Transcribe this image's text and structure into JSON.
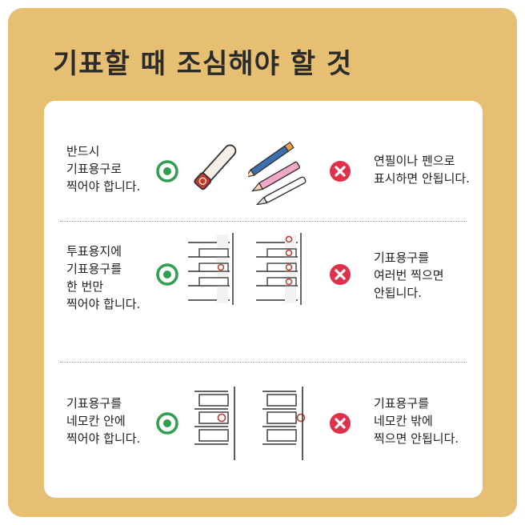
{
  "title": "기표할 때 조심해야 할 것",
  "colors": {
    "frame": "#E6BF72",
    "panel": "#FFFFFF",
    "ok": "#2E9E4F",
    "bad": "#E0304A",
    "text": "#222222"
  },
  "rows": [
    {
      "left_lines": [
        "반드시",
        "기표용구로",
        "찍어야 합니다."
      ],
      "right_lines": [
        "연필이나 펜으로",
        "표시하면 안됩니다."
      ],
      "ok_icon": "check-circle-icon",
      "bad_icon": "x-circle-icon"
    },
    {
      "left_lines": [
        "투표용지에",
        "기표용구를",
        "한 번만",
        "찍어야 합니다."
      ],
      "right_lines": [
        "기표용구를",
        "여러번 찍으면",
        "안됩니다."
      ],
      "ok_icon": "check-circle-icon",
      "bad_icon": "x-circle-icon"
    },
    {
      "left_lines": [
        "기표용구를",
        "네모칸 안에",
        "찍어야 합니다."
      ],
      "right_lines": [
        "기표용구를",
        "네모칸 밖에",
        "찍으면 안됩니다."
      ],
      "ok_icon": "check-circle-icon",
      "bad_icon": "x-circle-icon"
    }
  ]
}
